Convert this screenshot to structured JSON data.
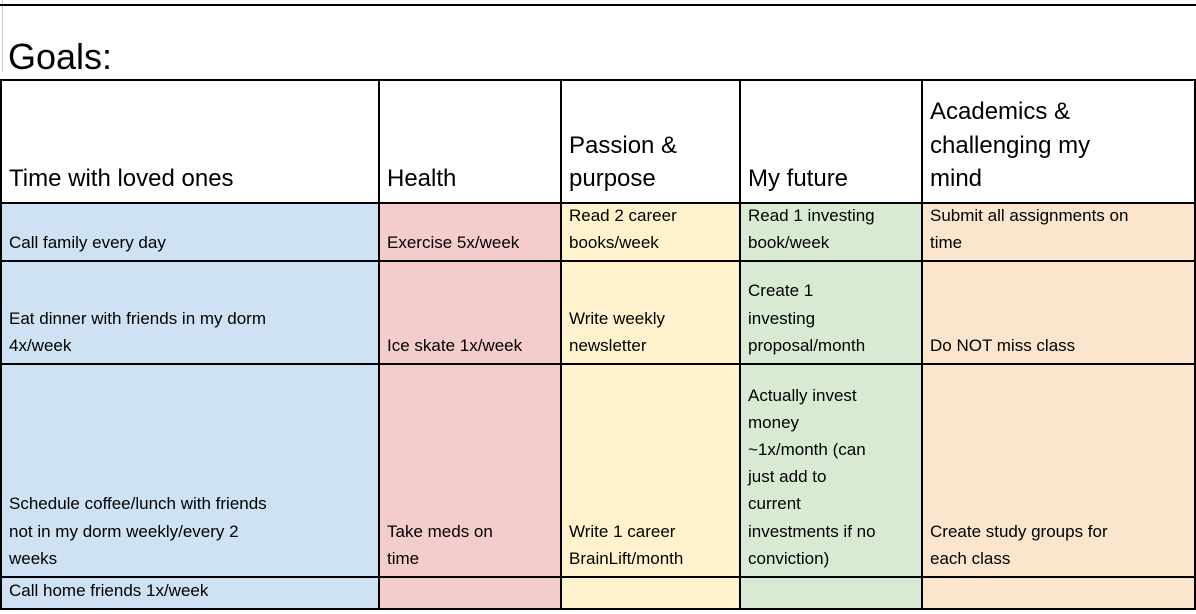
{
  "sheet": {
    "title": "Goals:"
  },
  "palette": {
    "blue": "#cfe2f3",
    "red": "#f4cccc",
    "yellow": "#fff2cc",
    "green": "#d9ead3",
    "orange": "#fce5cd",
    "border": "#000000",
    "background": "#ffffff"
  },
  "columns": [
    {
      "label": "Time with loved ones",
      "color_key": "blue"
    },
    {
      "label": "Health",
      "color_key": "red"
    },
    {
      "label": "Passion &\npurpose",
      "color_key": "yellow"
    },
    {
      "label": "My future",
      "color_key": "green"
    },
    {
      "label": "Academics &\nchallenging my\nmind",
      "color_key": "orange"
    }
  ],
  "cells": [
    [
      "Call family every day",
      "Exercise 5x/week",
      "Read 2 career\nbooks/week",
      "Read 1 investing\nbook/week",
      "Submit all assignments on\ntime"
    ],
    [
      "Eat dinner with friends in my dorm\n4x/week",
      "Ice skate 1x/week",
      "Write weekly\nnewsletter",
      "Create 1\ninvesting\nproposal/month",
      "Do NOT miss class"
    ],
    [
      "Schedule coffee/lunch with friends\nnot in my dorm weekly/every 2\nweeks",
      "Take meds on\ntime",
      "Write 1 career\nBrainLift/month",
      "Actually invest\nmoney\n~1x/month (can\njust add to\ncurrent\ninvestments if no\nconviction)",
      "Create study groups for\neach class"
    ],
    [
      "Call home friends 1x/week",
      "",
      "",
      "",
      ""
    ]
  ]
}
